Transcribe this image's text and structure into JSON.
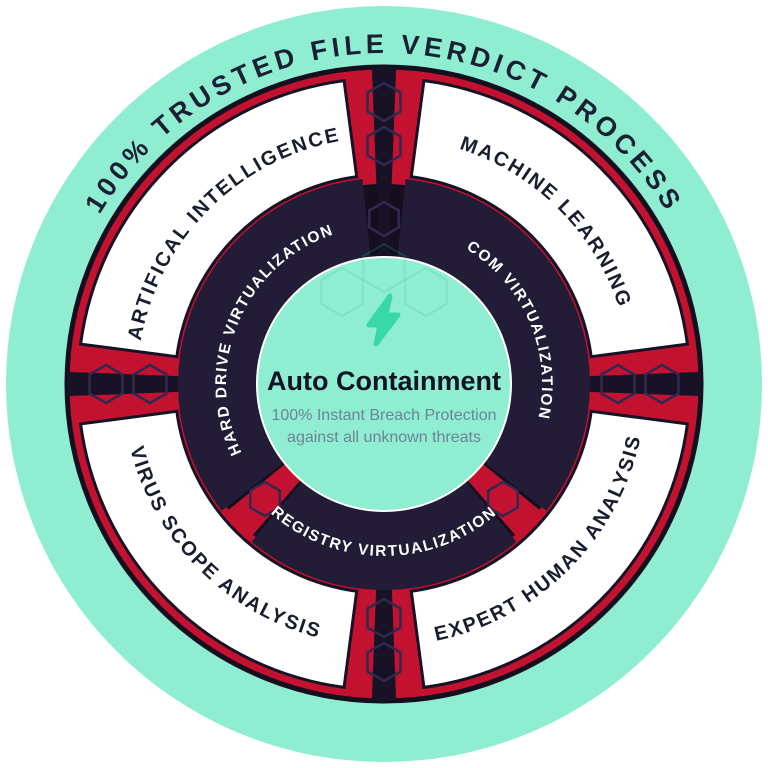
{
  "outer_title": "100% TRUSTED FILE VERDICT PROCESS",
  "outer_ring": {
    "segments": [
      {
        "label": "ARTIFICAL INTELLIGENCE"
      },
      {
        "label": "MACHINE LEARNING"
      },
      {
        "label": "VIRUS SCOPE ANALYSIS"
      },
      {
        "label": "EXPERT HUMAN ANALYSIS"
      }
    ]
  },
  "inner_ring": {
    "segments": [
      {
        "label": "HARD DRIVE VIRTUALIZATION"
      },
      {
        "label": "COM VIRTUALIZATION"
      },
      {
        "label": "REGISTRY VIRTUALIZATION"
      }
    ]
  },
  "center": {
    "icon": "lightning-bolt-icon",
    "title": "Auto Containment",
    "subtitle_line1": "100% Instant Breach Protection",
    "subtitle_line2": "against all unknown threats"
  },
  "colors": {
    "mint": "#8feed2",
    "red": "#c2122f",
    "dark_navy": "#171226",
    "segment_dark": "#221c37",
    "white": "#ffffff",
    "title_text": "#1a1f31",
    "subtitle_text": "#6d8494",
    "bolt_green": "#38d9a4",
    "hex_outline": "#33284f"
  }
}
